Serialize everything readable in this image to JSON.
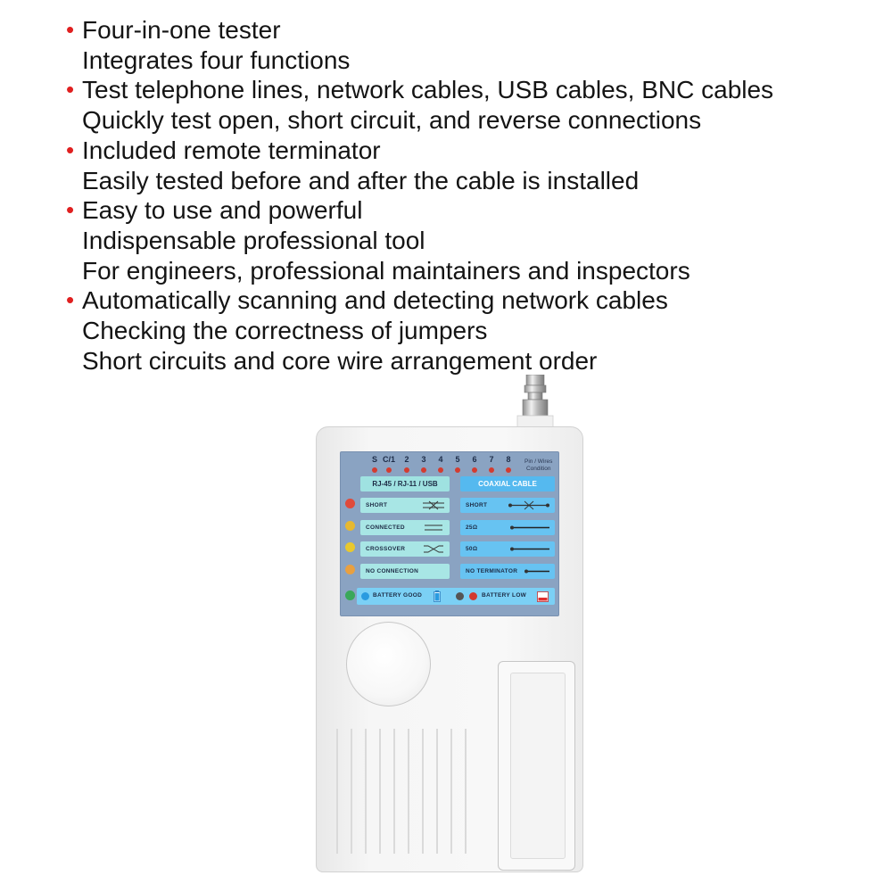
{
  "features": [
    {
      "lines": [
        "Four-in-one tester",
        "Integrates four functions"
      ]
    },
    {
      "lines": [
        "Test telephone lines, network cables, USB cables, BNC cables",
        "Quickly test open, short circuit, and reverse connections"
      ]
    },
    {
      "lines": [
        "Included remote terminator",
        "Easily tested before and after the cable is installed"
      ]
    },
    {
      "lines": [
        "Easy to use and powerful",
        "Indispensable professional tool",
        "For engineers, professional maintainers and inspectors"
      ]
    },
    {
      "lines": [
        "Automatically scanning and detecting network cables",
        "Checking the correctness of jumpers",
        "Short circuits and core wire arrangement order"
      ]
    }
  ],
  "bullet_color": "#e02020",
  "panel": {
    "pins": [
      "S",
      "C/1",
      "2",
      "3",
      "4",
      "5",
      "6",
      "7",
      "8"
    ],
    "pin_note": [
      "Pin / Wires",
      "Condition"
    ],
    "left_header": "RJ-45 / RJ-11 / USB",
    "right_header": "COAXIAL CABLE",
    "left_rows": [
      "SHORT",
      "CONNECTED",
      "CROSSOVER",
      "NO CONNECTION"
    ],
    "right_rows": [
      "SHORT",
      "25Ω",
      "50Ω",
      "NO TERMINATOR"
    ],
    "battery_good": "BATTERY GOOD",
    "battery_low": "BATTERY LOW",
    "led_colors": [
      "#e04a3a",
      "#e6b830",
      "#e8c82e",
      "#e9a040",
      "#3aa85a"
    ]
  }
}
